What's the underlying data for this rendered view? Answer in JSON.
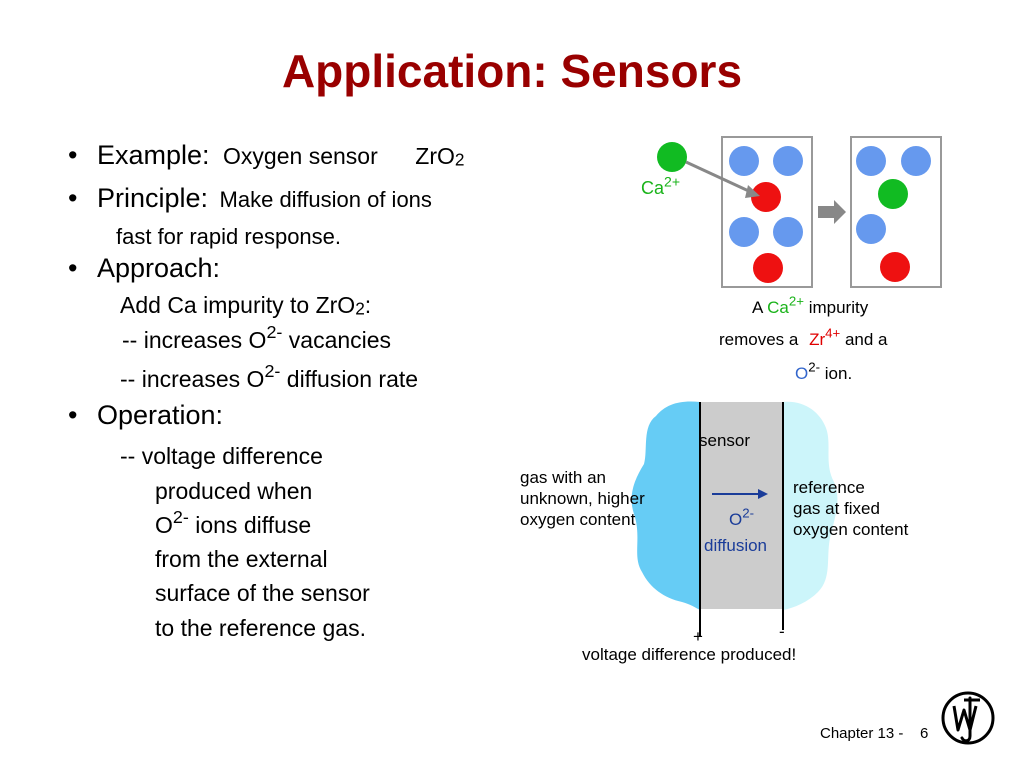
{
  "title": "Application:  Sensors",
  "bullets": {
    "example": {
      "bullet": "•",
      "label": "Example:",
      "text": "Oxygen sensor",
      "formula": "ZrO",
      "formula_sub": "2"
    },
    "principle": {
      "bullet": "•",
      "label": "Principle:",
      "text": "Make diffusion of ions",
      "line2": "fast for rapid response."
    },
    "approach": {
      "bullet": "•",
      "label": "Approach:",
      "line1": "Add Ca impurity to ZrO",
      "line1_sub": "2",
      "line1_end": ":",
      "line2_pre": "-- increases O",
      "line2_sup": "2-",
      "line2_post": " vacancies",
      "line3_pre": "-- increases O",
      "line3_sup": "2-",
      "line3_post": " diffusion rate"
    },
    "operation": {
      "bullet": "•",
      "label": "Operation:",
      "line1": "-- voltage difference",
      "line2": "produced when",
      "line3_pre": "O",
      "line3_sup": "2-",
      "line3_post": " ions diffuse",
      "line4": "from the external",
      "line5": "surface of the sensor",
      "line6": "to the reference gas."
    }
  },
  "lattice": {
    "ca_label": "Ca",
    "ca_sup": "2+",
    "caption1_a": "A ",
    "caption1_ca": "Ca",
    "caption1_sup": "2+",
    "caption1_b": " impurity",
    "caption2_a": "removes a ",
    "caption2_zr": "Zr",
    "caption2_sup": "4+",
    "caption2_b": " and a",
    "caption3_o": "O",
    "caption3_sup": "2-",
    "caption3_b": " ion.",
    "colors": {
      "blue_ion": "#6699ee",
      "red_ion": "#ee1111",
      "green_ion": "#11bb22",
      "box": "#999999",
      "arrow": "#888888"
    }
  },
  "sensor": {
    "label": "sensor",
    "left_gas": [
      "gas with an",
      "unknown, higher",
      "oxygen content"
    ],
    "right_gas": [
      "reference",
      "gas at fixed",
      "oxygen content"
    ],
    "o_label": "O",
    "o_sup": "2-",
    "diffusion": "diffusion",
    "plus": "+",
    "minus": "-",
    "voltage": "voltage difference produced!",
    "colors": {
      "left_blob": "#66ccf5",
      "right_blob": "#ccf5fa",
      "sensor": "#cccccc"
    }
  },
  "footer": {
    "chapter": "Chapter 13 -",
    "page": "6"
  }
}
